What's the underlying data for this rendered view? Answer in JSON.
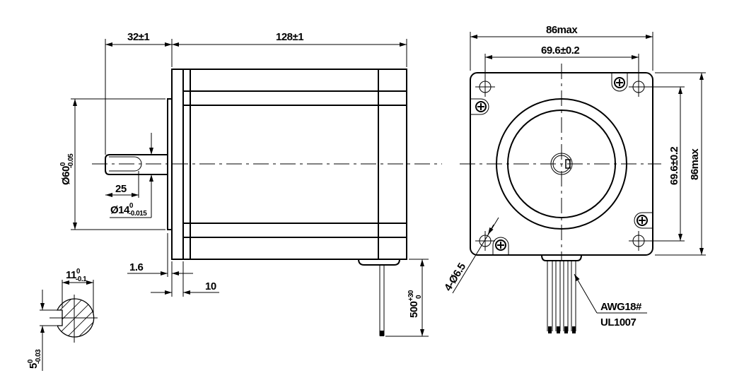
{
  "side_view": {
    "shaft_length": "32±1",
    "body_length": "128±1",
    "flange_diameter": {
      "base": "Ø60",
      "upper": "0",
      "lower": "-0.05"
    },
    "shaft_diameter": {
      "base": "Ø14",
      "upper": "0",
      "lower": "-0.015"
    },
    "key_length": "25",
    "flange_thickness": "1.6",
    "front_cap": "10",
    "lead_length": {
      "base": "500",
      "upper": "+30",
      "lower": "0"
    }
  },
  "section_view": {
    "flat_width": {
      "base": "11",
      "upper": "0",
      "lower": "-0.1"
    },
    "key_width": {
      "base": "5",
      "upper": "0",
      "lower": "-0.03"
    }
  },
  "front_view": {
    "overall_width": "86max",
    "hole_spacing_h": "69.6±0.2",
    "hole_spacing_v": "69.6±0.2",
    "overall_height": "86max",
    "mount_holes": "4-Ø6.5",
    "wire_gauge": "AWG18#",
    "wire_standard": "UL1007"
  },
  "colors": {
    "line": "#000000",
    "background": "#ffffff"
  }
}
